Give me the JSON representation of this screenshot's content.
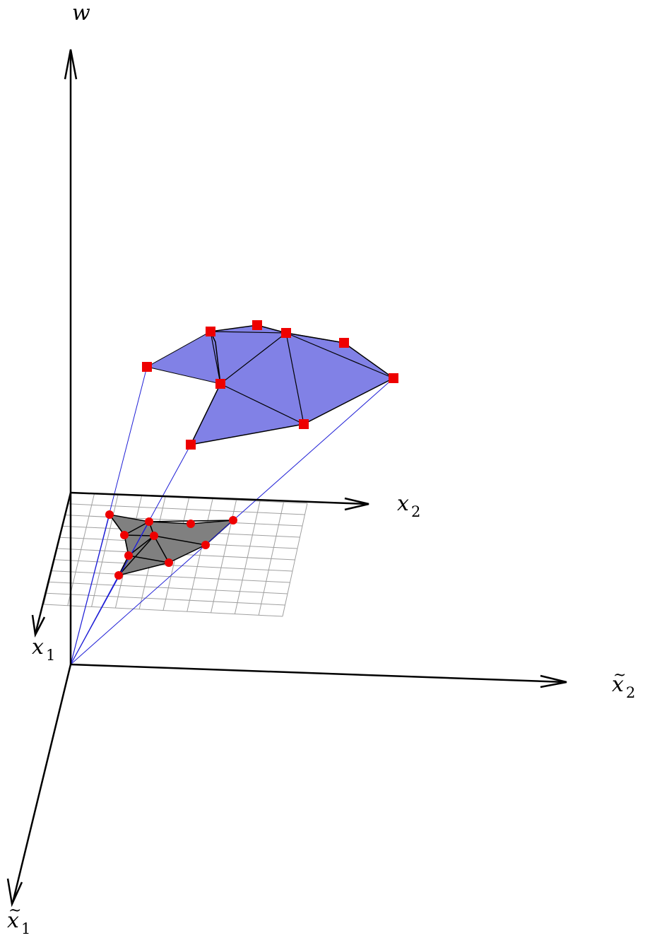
{
  "axes": {
    "w": {
      "label": "w"
    },
    "x2": {
      "base": "x",
      "sub": "2"
    },
    "x1": {
      "base": "x",
      "sub": "1"
    },
    "x2_tilde": {
      "base": "x",
      "sub": "2",
      "accent": "~"
    },
    "x1_tilde": {
      "base": "x",
      "sub": "1",
      "accent": "~"
    }
  },
  "colors": {
    "axis": "#000000",
    "grid": "#a0a0a0",
    "lifted_surface_fill": "#8181e6",
    "base_surface_fill": "#808080",
    "projection_line": "#1f1fd6",
    "marker": "#ee0000"
  }
}
